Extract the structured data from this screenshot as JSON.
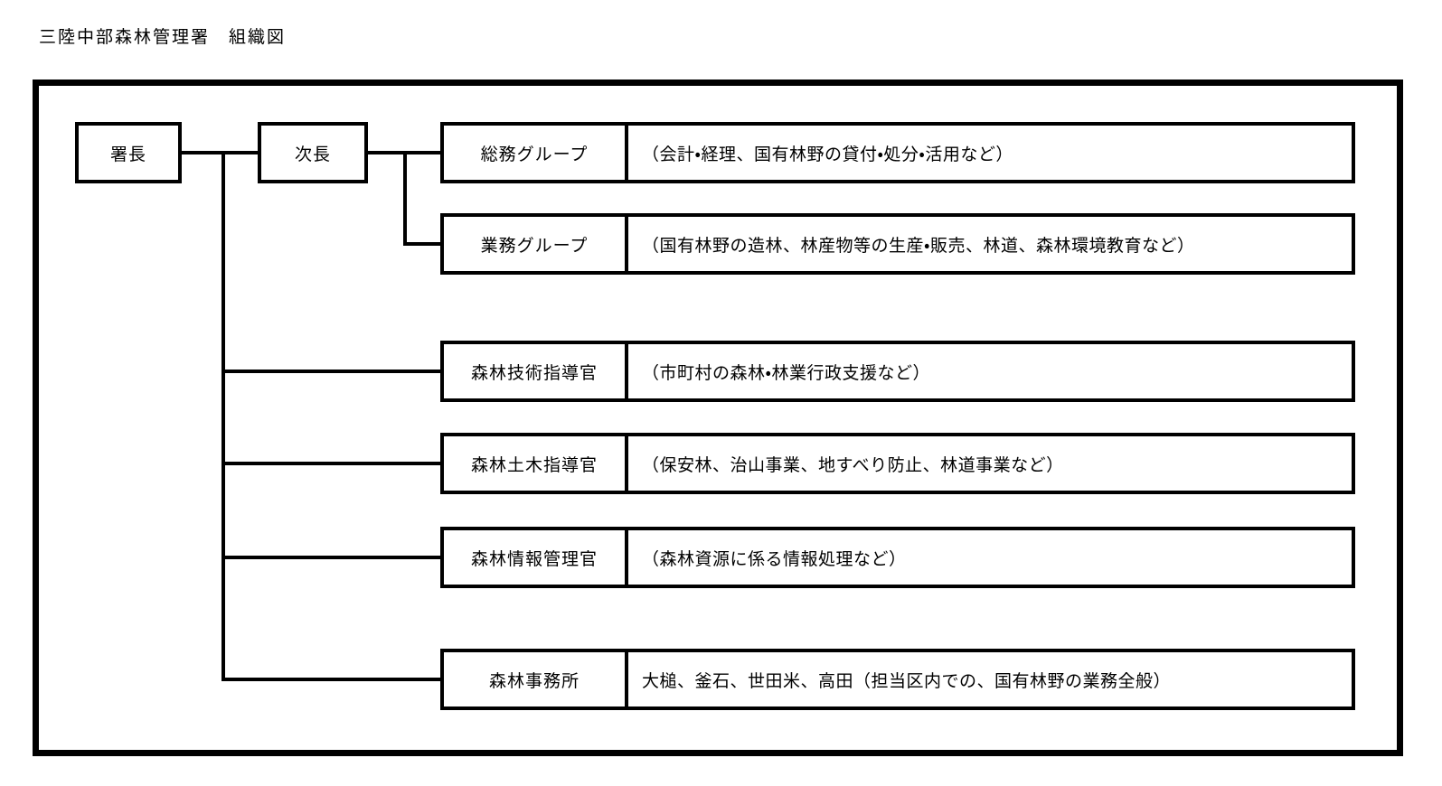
{
  "page": {
    "title": "三陸中部森林管理署　組織図",
    "background_color": "#ffffff"
  },
  "org": {
    "colors": {
      "line": "#000000",
      "text": "#000000",
      "box_fill": "#ffffff"
    },
    "chief": {
      "label": "署長"
    },
    "deputy": {
      "label": "次長"
    },
    "rows": [
      {
        "label": "総務グループ",
        "desc": "（会計・経理、国有林野の貸付・処分・活用など）"
      },
      {
        "label": "業務グループ",
        "desc": "（国有林野の造林、林産物等の生産・販売、林道、森林環境教育など）"
      },
      {
        "label": "森林技術指導官",
        "desc": "（市町村の森林・林業行政支援など）"
      },
      {
        "label": "森林土木指導官",
        "desc": "（保安林、治山事業、地すべり防止、林道事業など）"
      },
      {
        "label": "森林情報管理官",
        "desc": "（森林資源に係る情報処理など）"
      },
      {
        "label": "森林事務所",
        "desc": "大槌、釜石、世田米、高田（担当区内での、国有林野の業務全般）"
      }
    ]
  }
}
